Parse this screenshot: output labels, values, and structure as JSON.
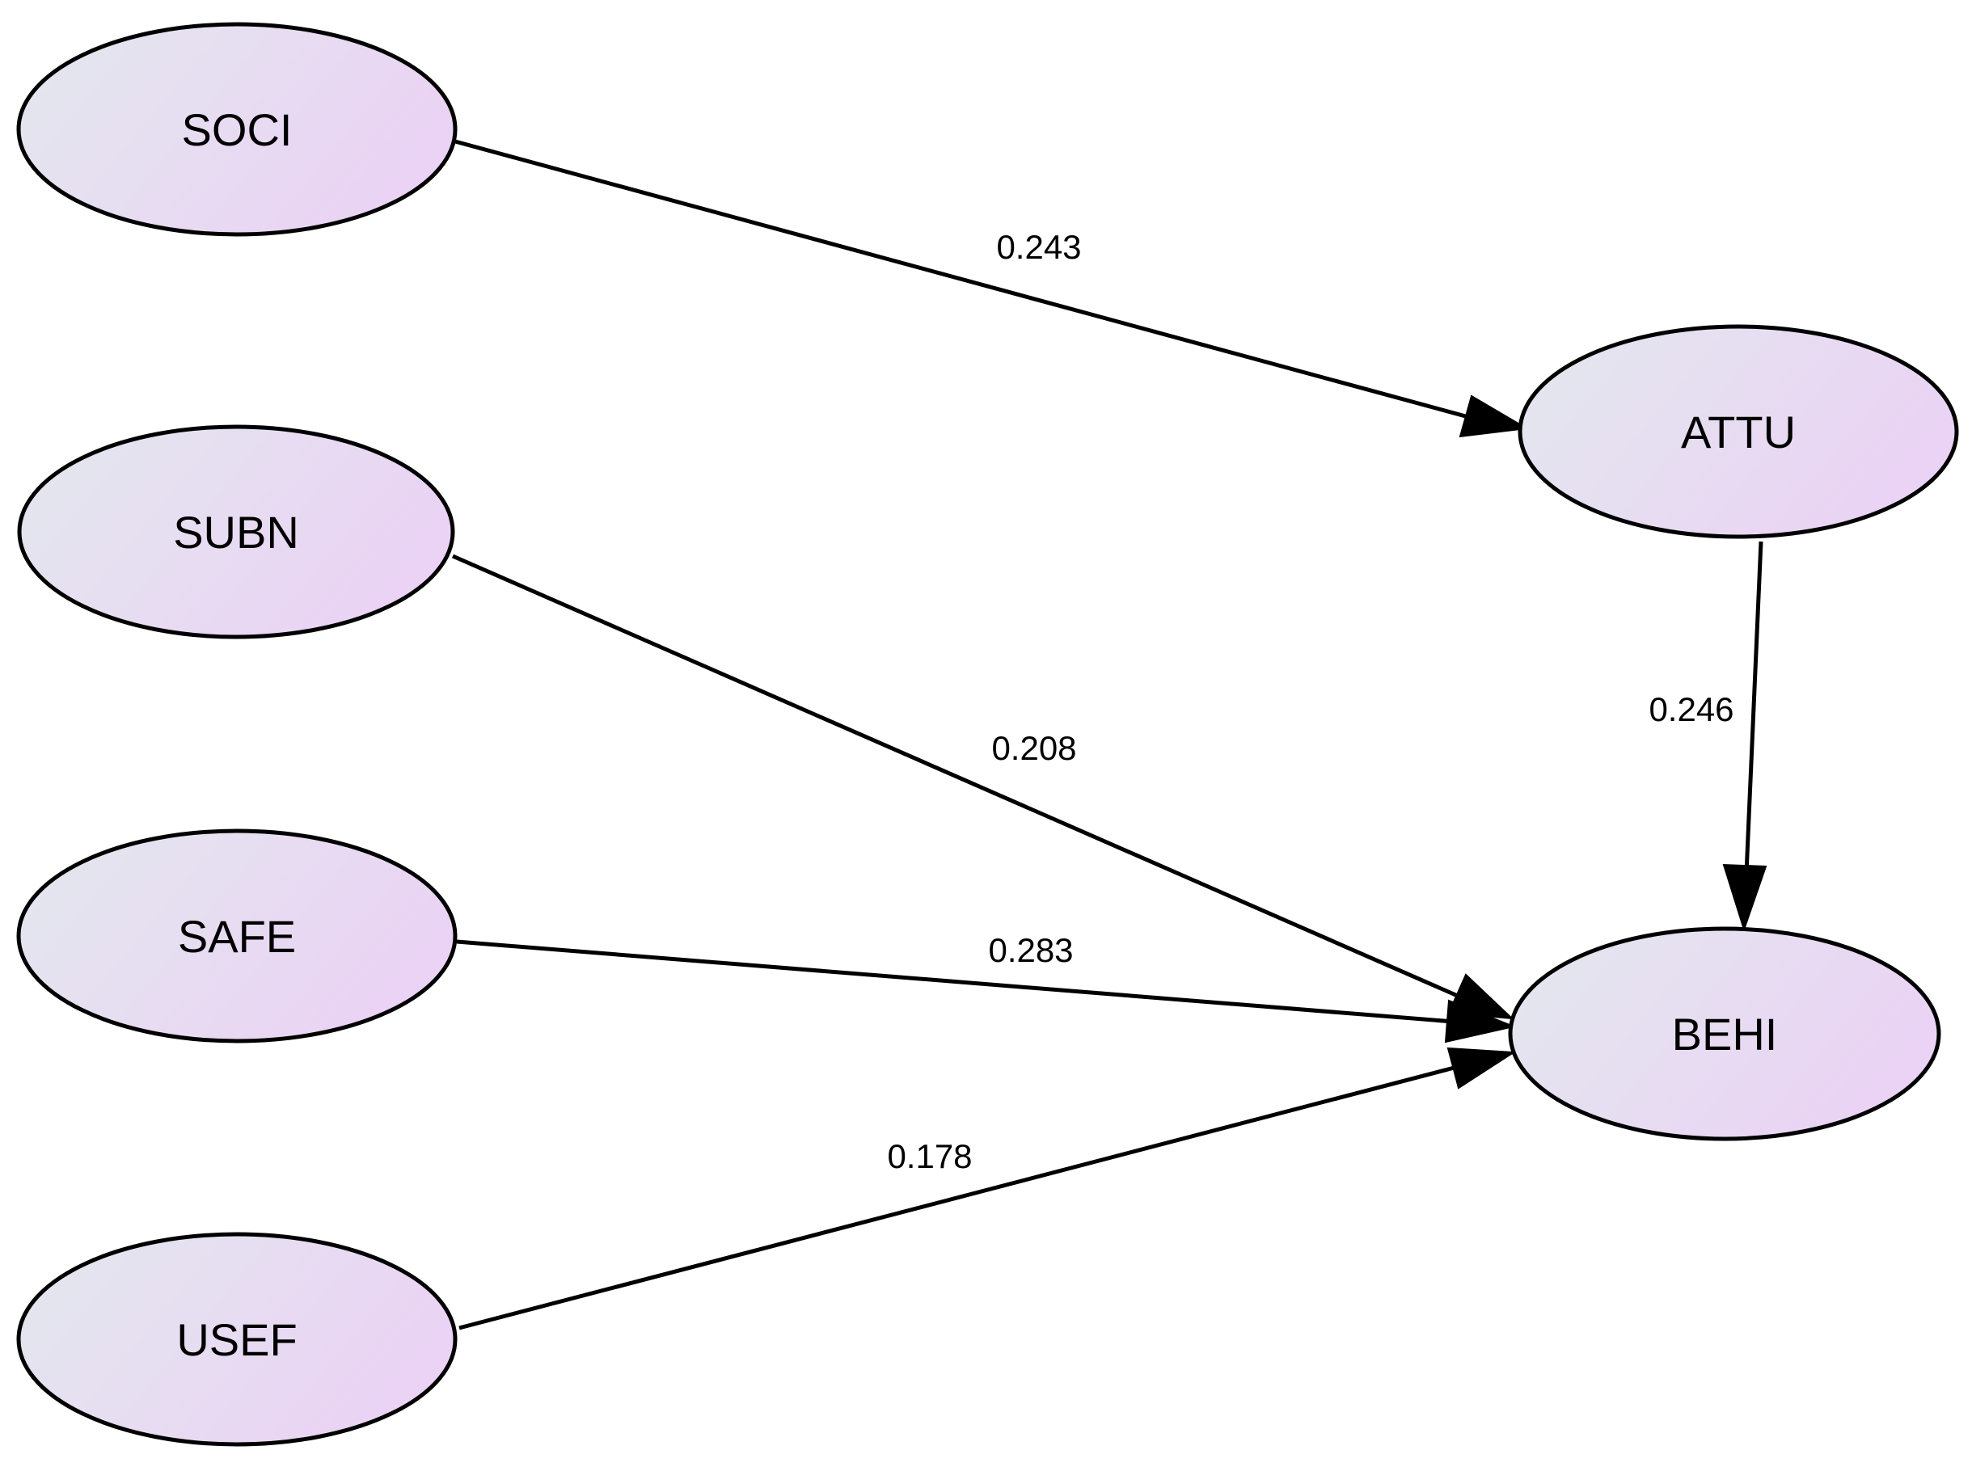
{
  "nodes": {
    "soci": "SOCI",
    "subn": "SUBN",
    "safe": "SAFE",
    "usef": "USEF",
    "attu": "ATTU",
    "behi": "BEHI"
  },
  "edges": {
    "soci_attu": "0.243",
    "subn_behi": "0.208",
    "safe_behi": "0.283",
    "usef_behi": "0.178",
    "attu_behi": "0.246"
  },
  "colors": {
    "node_fill_start": "#e3e8ee",
    "node_fill_end": "#ead3f4",
    "stroke": "#000000"
  }
}
